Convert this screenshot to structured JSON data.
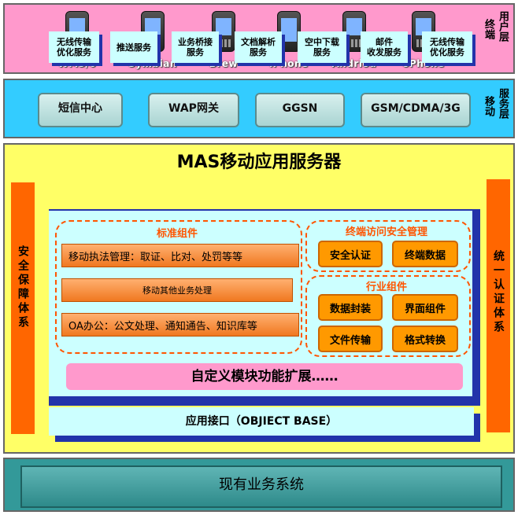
{
  "user_layer": {
    "label": "用户层",
    "side_label": "终端",
    "devices": [
      {
        "name": "WM5/6"
      },
      {
        "name": "Symbian"
      },
      {
        "name": "Brew"
      },
      {
        "name": "iPhone"
      },
      {
        "name": "Andriod"
      },
      {
        "name": "oPhone"
      }
    ]
  },
  "mobile_layer": {
    "label": "服务层",
    "side_label": "移动",
    "services": [
      "短信中心",
      "WAP网关",
      "GGSN",
      "GSM/CDMA/3G"
    ]
  },
  "mas": {
    "title": "MAS移动应用服务器",
    "left_bar": "安全保障体系",
    "right_bar": "统一认证体系",
    "top_services": [
      "无线传输\n优化服务",
      "推送服务",
      "业务桥接\n服务",
      "文档解析\n服务",
      "空中下载\n服务",
      "邮件\n收发服务",
      "无线传输\n优化服务"
    ],
    "standard": {
      "title": "标准组件",
      "items": [
        "移动执法管理：取证、比对、处罚等等",
        "移动其他业务处理",
        "OA办公：公文处理、通知通告、知识库等"
      ]
    },
    "terminal_security": {
      "title": "终端访问安全管理",
      "items": [
        "安全认证",
        "终端数据"
      ]
    },
    "industry": {
      "title": "行业组件",
      "items": [
        "数据封装",
        "界面组件",
        "文件传输",
        "格式转换"
      ]
    },
    "custom_ext": "自定义模块功能扩展……",
    "api": "应用接口（OBJIECT BASE）"
  },
  "existing": {
    "label": "现有业务系统"
  },
  "colors": {
    "user_layer": "#ff99cc",
    "mobile_layer": "#33ccff",
    "mas_layer": "#ffff66",
    "side_bars": "#ff6600",
    "component_buttons": "#ff9900",
    "existing_layer": "#339999"
  }
}
